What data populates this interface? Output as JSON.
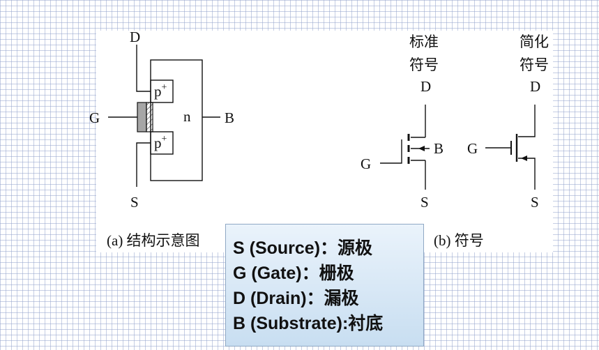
{
  "structure": {
    "labels": {
      "drain": "D",
      "gate": "G",
      "source": "S",
      "bulk": "B",
      "substrate": "n"
    },
    "regions": {
      "top_doping": "p",
      "bottom_doping": "p",
      "superscript": "+"
    },
    "caption": "(a) 结构示意图"
  },
  "standard_symbol": {
    "title_line1": "标准",
    "title_line2": "符号",
    "labels": {
      "drain": "D",
      "gate": "G",
      "source": "S",
      "bulk": "B"
    }
  },
  "simplified_symbol": {
    "title_line1": "简化",
    "title_line2": "符号",
    "labels": {
      "drain": "D",
      "gate": "G",
      "source": "S"
    }
  },
  "symbols_caption": "(b) 符号",
  "legend": {
    "items": [
      "S (Source)：源极",
      "G (Gate)：栅极",
      "D (Drain)：漏极",
      "B (Substrate):衬底"
    ]
  },
  "colors": {
    "grid": "#96a5cd",
    "gate_oxide": "#a6a6a6",
    "legend_top": "#eaf3fb",
    "legend_bottom": "#c8def1"
  }
}
